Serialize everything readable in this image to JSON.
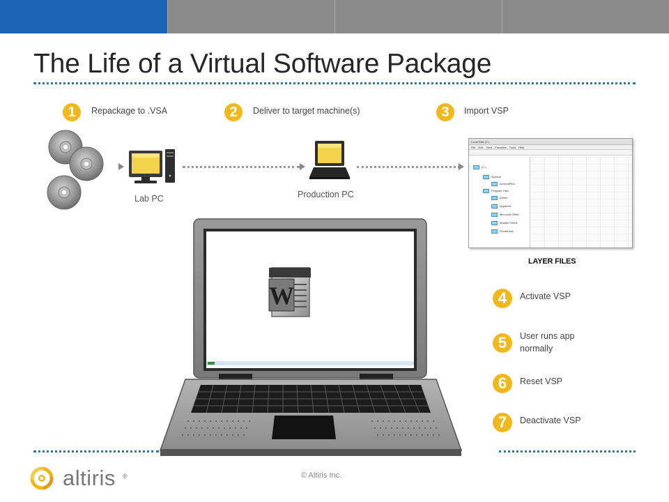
{
  "slide": {
    "title": "The Life of a Virtual Software Package",
    "copyright": "© Altiris Inc."
  },
  "colors": {
    "top_bar_blue": "#1a66b5",
    "top_bar_grey": "#8a8a8a",
    "dotted_rule": "#1f7ac4",
    "step_badge": "#f1b81e"
  },
  "steps": [
    {
      "number": "1",
      "label": "Repackage to .VSA"
    },
    {
      "number": "2",
      "label": "Deliver to target machine(s)"
    },
    {
      "number": "3",
      "label": "Import VSP"
    },
    {
      "number": "4",
      "label": "Activate VSP"
    },
    {
      "number": "5",
      "label": "User runs app normally"
    },
    {
      "number": "6",
      "label": "Reset VSP"
    },
    {
      "number": "7",
      "label": "Deactivate VSP"
    }
  ],
  "devices": {
    "lab_pc": "Lab PC",
    "production_pc": "Production PC"
  },
  "layer_files": {
    "caption": "LAYER FILES",
    "window_title": "Local Disk (C:)",
    "menu": "File Edit View Favorites Tools Help",
    "tree": [
      "(C:)",
      "Acrobat",
      "AcrobatPlus",
      "Program Files",
      "Adobe",
      "Apparent",
      "Microsoft Office",
      "Mozilla Firefox",
      "PrivateSoft"
    ]
  },
  "logo": {
    "text": "altiris",
    "mark": "®"
  },
  "icons": {
    "discs": "cd-disc-icon",
    "lab_pc": "desktop-computer-icon",
    "production_pc": "laptop-icon",
    "app": "word-document-icon",
    "logo": "altiris-swirl-icon"
  }
}
